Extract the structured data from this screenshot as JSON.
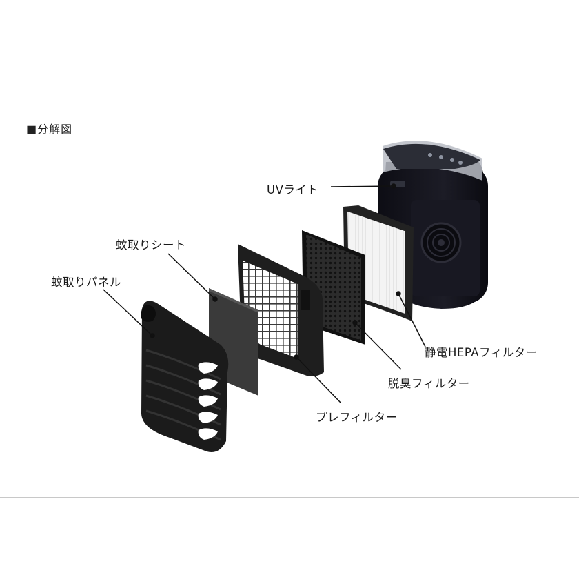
{
  "title": "■分解図",
  "labels": {
    "uv_light": "UVライト",
    "mosquito_sheet": "蚊取りシート",
    "mosquito_panel": "蚊取りパネル",
    "hepa_filter": "静電HEPAフィルター",
    "deodorizing_filter": "脱臭フィルター",
    "pre_filter": "プレフィルター"
  },
  "colors": {
    "body": "#15151d",
    "panel": "#1b1b1b",
    "hepa": "#f2f2f2",
    "carbon": "#2a2a2a",
    "leader": "#111111"
  }
}
